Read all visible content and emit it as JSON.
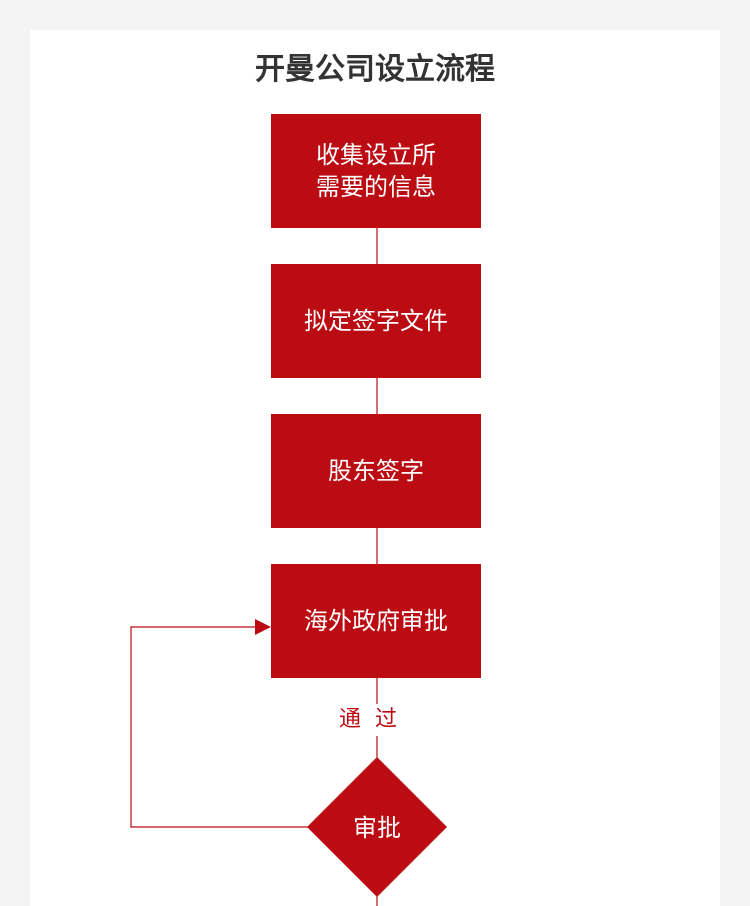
{
  "title": "开曼公司设立流程",
  "steps": [
    {
      "lines": [
        "收集设立所",
        "需要的信息"
      ]
    },
    {
      "lines": [
        "拟定签字文件"
      ]
    },
    {
      "lines": [
        "股东签字"
      ]
    },
    {
      "lines": [
        "海外政府审批"
      ]
    }
  ],
  "pass_label": "通过",
  "decision_label": "审批",
  "colors": {
    "accent": "#bb0c13",
    "text_dark": "#333333",
    "background": "#f4f4f4",
    "card": "#ffffff"
  }
}
